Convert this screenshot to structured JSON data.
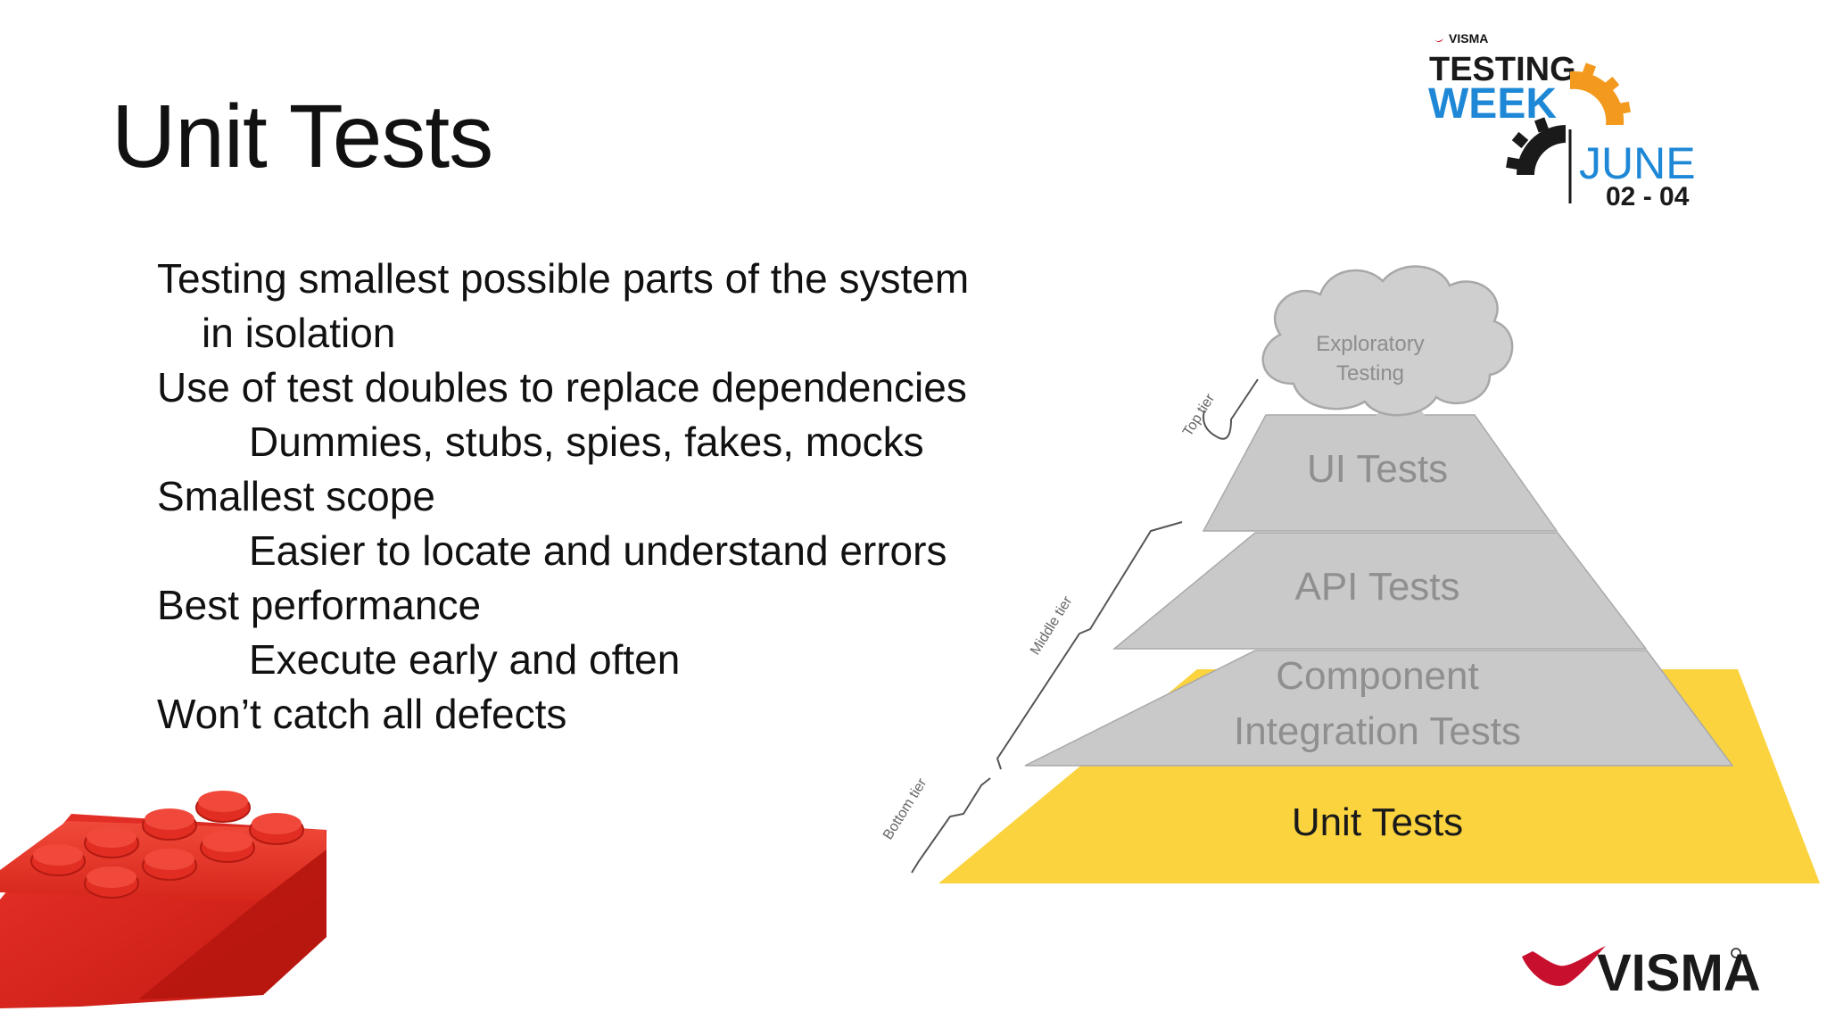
{
  "slide": {
    "title": "Unit Tests",
    "bullets": [
      "Testing smallest possible parts of the system",
      "in isolation",
      "Use of test doubles to replace dependencies",
      "Dummies, stubs, spies, fakes, mocks",
      "Smallest scope",
      "Easier to locate and understand errors",
      "Best performance",
      "Execute early and often",
      "Won’t catch all defects"
    ]
  },
  "event_logo": {
    "brand": "VISMA",
    "line1": "TESTING",
    "line2": "WEEK",
    "month": "JUNE",
    "dates": "02 - 04"
  },
  "pyramid": {
    "cloud_line1": "Exploratory",
    "cloud_line2": "Testing",
    "tiers": {
      "ui": "UI Tests",
      "api": "API Tests",
      "component_line1": "Component",
      "component_line2": "Integration Tests",
      "unit": "Unit Tests"
    },
    "brackets": {
      "top": "Top tier",
      "middle": "Middle tier",
      "bottom": "Bottom tier"
    },
    "colors": {
      "gray_tier": "#c9c9c9",
      "unit_tier": "#fad33f"
    }
  },
  "footer_logo": {
    "text": "VISMA"
  }
}
